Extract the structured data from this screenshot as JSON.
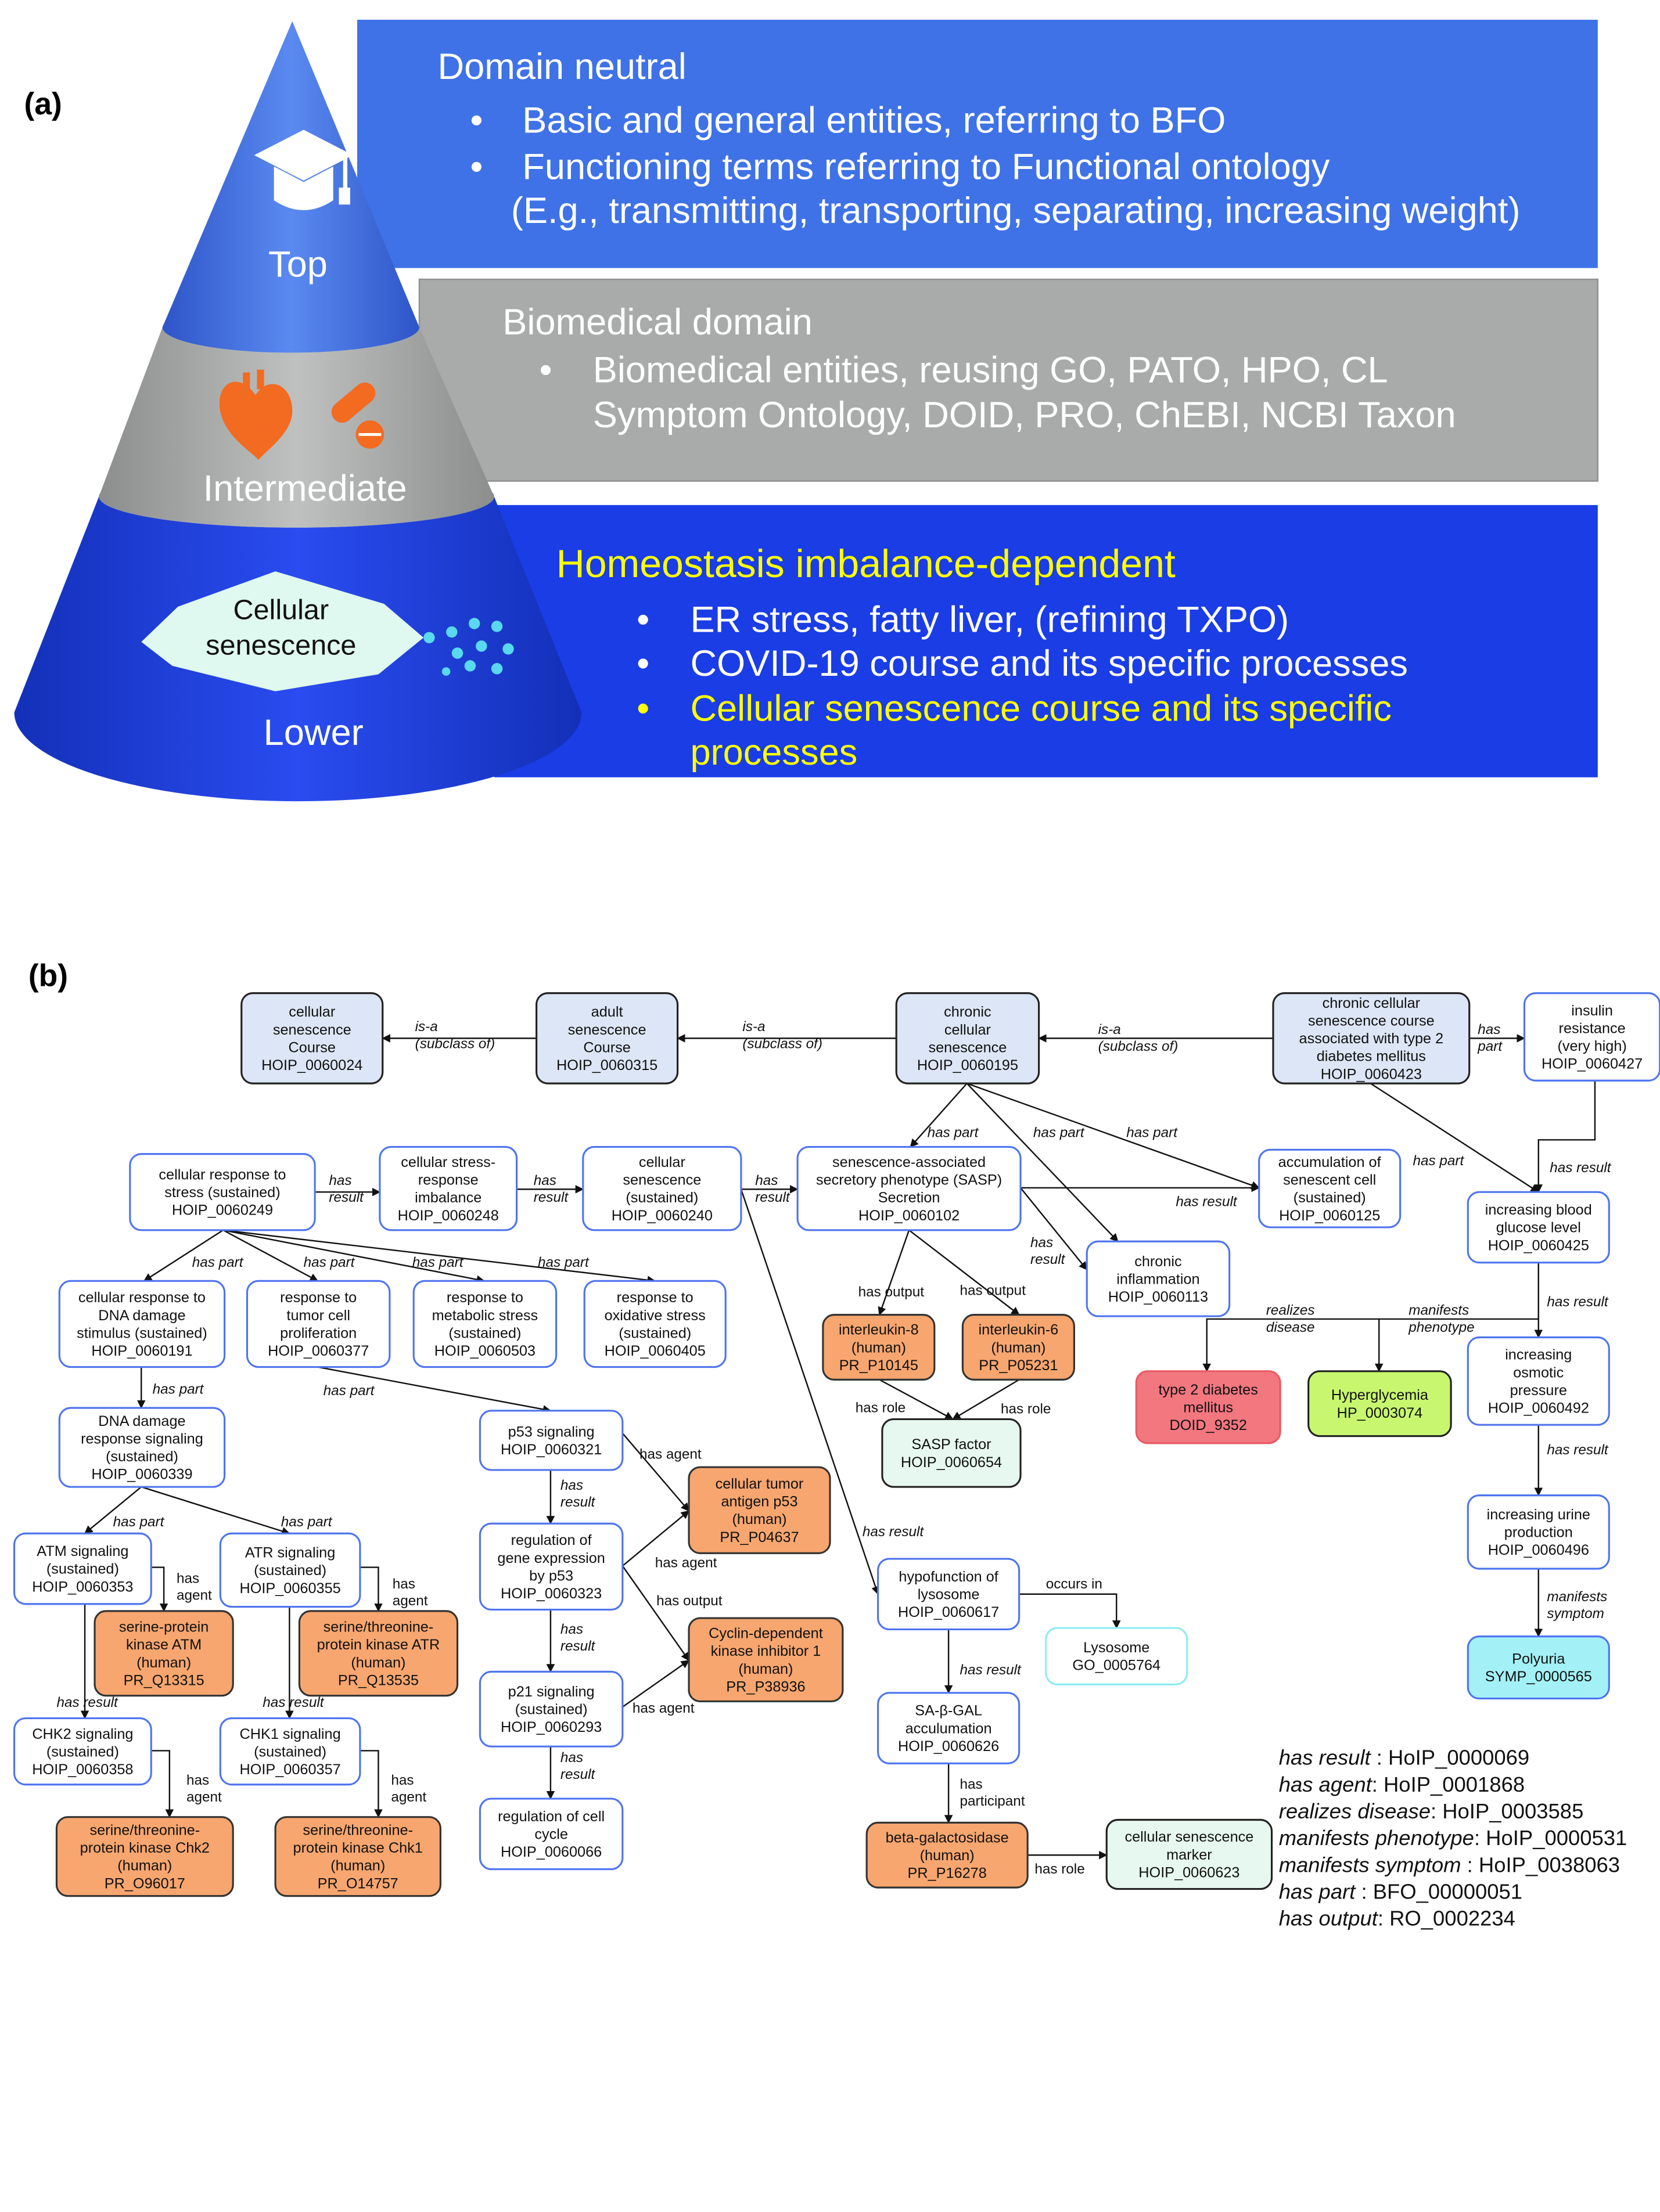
{
  "panel_a": {
    "label": "(a)",
    "levels": {
      "top": "Top",
      "intermediate": "Intermediate",
      "lower": "Lower"
    },
    "badge": [
      "Cellular",
      "senescence"
    ],
    "icons": {
      "top": "graduation-cap-icon",
      "intermediate": [
        "heart-icon",
        "pill-icon"
      ],
      "lower": "cell-dots-icon"
    },
    "domain_neutral": {
      "title": "Domain neutral",
      "bullets": [
        "Basic and general entities, referring to BFO",
        "Functioning terms referring to Functional ontology"
      ],
      "continuation": "(E.g., transmitting, transporting, separating, increasing weight)"
    },
    "biomedical": {
      "title": "Biomedical domain",
      "lines": [
        "Biomedical entities, reusing GO, PATO, HPO, CL",
        "Symptom Ontology, DOID, PRO, ChEBI, NCBI Taxon"
      ]
    },
    "homeostasis": {
      "title": "Homeostasis imbalance-dependent",
      "bullets": [
        "ER stress, fatty liver, (refining TXPO)",
        "COVID-19 course and its specific processes",
        "Cellular senescence course and its specific",
        "processes"
      ]
    },
    "colors": {
      "top_blue": "#3f72e6",
      "gray": "#a9abaa",
      "lower_blue": "#1a3de6",
      "highlight": "#ffff00",
      "icon_orange": "#f26b21"
    }
  },
  "panel_b": {
    "label": "(b)",
    "colors": {
      "course": {
        "fill": "#dde6f6",
        "stroke": "#222222"
      },
      "hoip": {
        "fill": "#ffffff",
        "stroke": "#4f74f0"
      },
      "protein": {
        "fill": "#f7a66f",
        "stroke": "#333333"
      },
      "disease": {
        "fill": "#f2777f",
        "stroke": "#e85a64"
      },
      "phenotype": {
        "fill": "#c8f76f",
        "stroke": "#222222"
      },
      "symptom": {
        "fill": "#a3f1f6",
        "stroke": "#4f74f0"
      },
      "go": {
        "fill": "#ffffff",
        "stroke": "#8eecf4"
      },
      "marker": {
        "fill": "#e6f8f0",
        "stroke": "#222222"
      }
    },
    "nodes": [
      {
        "key": "n1",
        "type": "course",
        "lines": [
          "cellular",
          "senescence",
          "Course",
          "HOIP_0060024"
        ]
      },
      {
        "key": "n2",
        "type": "course",
        "lines": [
          "adult",
          "senescence",
          "Course",
          "HOIP_0060315"
        ]
      },
      {
        "key": "n3",
        "type": "course",
        "lines": [
          "chronic",
          "cellular",
          "senescence",
          "HOIP_0060195"
        ]
      },
      {
        "key": "n4",
        "type": "course",
        "lines": [
          "chronic cellular",
          "senescence course",
          "associated with type 2",
          "diabetes mellitus",
          "HOIP_0060423"
        ]
      },
      {
        "key": "n5",
        "type": "hoip",
        "lines": [
          "insulin",
          "resistance",
          "(very high)",
          "HOIP_0060427"
        ]
      },
      {
        "key": "n6",
        "type": "hoip",
        "lines": [
          "cellular response to",
          "stress (sustained)",
          "HOIP_0060249"
        ]
      },
      {
        "key": "n7",
        "type": "hoip",
        "lines": [
          "cellular stress-",
          "response",
          "imbalance",
          "HOIP_0060248"
        ]
      },
      {
        "key": "n8",
        "type": "hoip",
        "lines": [
          "cellular",
          "senescence",
          "(sustained)",
          "HOIP_0060240"
        ]
      },
      {
        "key": "n9",
        "type": "hoip",
        "lines": [
          "senescence-associated",
          "secretory phenotype (SASP)",
          "Secretion",
          "HOIP_0060102"
        ]
      },
      {
        "key": "n10",
        "type": "hoip",
        "lines": [
          "accumulation of",
          "senescent cell",
          "(sustained)",
          "HOIP_0060125"
        ]
      },
      {
        "key": "n11",
        "type": "hoip",
        "lines": [
          "increasing blood",
          "glucose level",
          "HOIP_0060425"
        ]
      },
      {
        "key": "n12",
        "type": "hoip",
        "lines": [
          "cellular response to",
          "DNA damage",
          "stimulus (sustained)",
          "HOIP_0060191"
        ]
      },
      {
        "key": "n13",
        "type": "hoip",
        "lines": [
          "response to",
          "tumor cell",
          "proliferation",
          "HOIP_0060377"
        ]
      },
      {
        "key": "n14",
        "type": "hoip",
        "lines": [
          "response to",
          "metabolic stress",
          "(sustained)",
          "HOIP_0060503"
        ]
      },
      {
        "key": "n15",
        "type": "hoip",
        "lines": [
          "response to",
          "oxidative stress",
          "(sustained)",
          "HOIP_0060405"
        ]
      },
      {
        "key": "n16",
        "type": "hoip",
        "lines": [
          "chronic",
          "inflammation",
          "HOIP_0060113"
        ]
      },
      {
        "key": "n17",
        "type": "protein",
        "lines": [
          "interleukin-8",
          "(human)",
          "PR_P10145"
        ]
      },
      {
        "key": "n18",
        "type": "protein",
        "lines": [
          "interleukin-6",
          "(human)",
          "PR_P05231"
        ]
      },
      {
        "key": "n19",
        "type": "disease",
        "lines": [
          "type 2 diabetes",
          "mellitus",
          "DOID_9352"
        ]
      },
      {
        "key": "n20",
        "type": "phenotype",
        "lines": [
          "Hyperglycemia",
          "HP_0003074"
        ]
      },
      {
        "key": "n21",
        "type": "hoip",
        "lines": [
          "increasing",
          "osmotic",
          "pressure",
          "HOIP_0060492"
        ]
      },
      {
        "key": "n22",
        "type": "marker",
        "lines": [
          "SASP factor",
          "HOIP_0060654"
        ]
      },
      {
        "key": "n23",
        "type": "hoip",
        "lines": [
          "DNA damage",
          "response signaling",
          "(sustained)",
          "HOIP_0060339"
        ]
      },
      {
        "key": "n24",
        "type": "hoip",
        "lines": [
          "p53 signaling",
          "HOIP_0060321"
        ]
      },
      {
        "key": "n25",
        "type": "protein",
        "lines": [
          "cellular tumor",
          "antigen p53",
          "(human)",
          "PR_P04637"
        ]
      },
      {
        "key": "n26",
        "type": "hoip",
        "lines": [
          "increasing urine",
          "production",
          "HOIP_0060496"
        ]
      },
      {
        "key": "n27",
        "type": "hoip",
        "lines": [
          "ATM signaling",
          "(sustained)",
          "HOIP_0060353"
        ]
      },
      {
        "key": "n28",
        "type": "hoip",
        "lines": [
          "ATR signaling",
          "(sustained)",
          "HOIP_0060355"
        ]
      },
      {
        "key": "n29",
        "type": "hoip",
        "lines": [
          "regulation of",
          "gene expression",
          "by p53",
          "HOIP_0060323"
        ]
      },
      {
        "key": "n30",
        "type": "hoip",
        "lines": [
          "hypofunction of",
          "lysosome",
          "HOIP_0060617"
        ]
      },
      {
        "key": "n31",
        "type": "go",
        "lines": [
          "Lysosome",
          "GO_0005764"
        ]
      },
      {
        "key": "n32",
        "type": "symptom",
        "lines": [
          "Polyuria",
          "SYMP_0000565"
        ]
      },
      {
        "key": "n33",
        "type": "protein",
        "lines": [
          "serine-protein",
          "kinase ATM",
          "(human)",
          "PR_Q13315"
        ]
      },
      {
        "key": "n34",
        "type": "protein",
        "lines": [
          "serine/threonine-",
          "protein kinase ATR",
          "(human)",
          "PR_Q13535"
        ]
      },
      {
        "key": "n35",
        "type": "protein",
        "lines": [
          "Cyclin-dependent",
          "kinase inhibitor 1",
          "(human)",
          "PR_P38936"
        ]
      },
      {
        "key": "n36",
        "type": "hoip",
        "lines": [
          "p21 signaling",
          "(sustained)",
          "HOIP_0060293"
        ]
      },
      {
        "key": "n37",
        "type": "hoip",
        "lines": [
          "SA-β-GAL",
          "acculumation",
          "HOIP_0060626"
        ]
      },
      {
        "key": "n38",
        "type": "hoip",
        "lines": [
          "CHK2 signaling",
          "(sustained)",
          "HOIP_0060358"
        ]
      },
      {
        "key": "n39",
        "type": "hoip",
        "lines": [
          "CHK1 signaling",
          "(sustained)",
          "HOIP_0060357"
        ]
      },
      {
        "key": "n40",
        "type": "hoip",
        "lines": [
          "regulation of cell",
          "cycle",
          "HOIP_0060066"
        ]
      },
      {
        "key": "n41",
        "type": "protein",
        "lines": [
          "serine/threonine-",
          "protein kinase Chk2",
          "(human)",
          "PR_O96017"
        ]
      },
      {
        "key": "n42",
        "type": "protein",
        "lines": [
          "serine/threonine-",
          "protein kinase Chk1",
          "(human)",
          "PR_O14757"
        ]
      },
      {
        "key": "n43",
        "type": "protein",
        "lines": [
          "beta-galactosidase",
          "(human)",
          "PR_P16278"
        ]
      },
      {
        "key": "n44",
        "type": "marker",
        "lines": [
          "cellular senescence",
          "marker",
          "HOIP_0060623"
        ]
      }
    ],
    "edges": [
      {
        "from": "n2",
        "to": "n1",
        "label": [
          "is-a",
          "(subclass of)"
        ]
      },
      {
        "from": "n3",
        "to": "n2",
        "label": [
          "is-a",
          "(subclass of)"
        ]
      },
      {
        "from": "n4",
        "to": "n3",
        "label": [
          "is-a",
          "(subclass of)"
        ]
      },
      {
        "from": "n4",
        "to": "n5",
        "label": [
          "has",
          "part"
        ]
      },
      {
        "from": "n6",
        "to": "n7",
        "label": [
          "has",
          "result"
        ]
      },
      {
        "from": "n7",
        "to": "n8",
        "label": [
          "has",
          "result"
        ]
      },
      {
        "from": "n8",
        "to": "n9",
        "label": [
          "has",
          "result"
        ]
      },
      {
        "from": "n3",
        "to": "n9",
        "label": [
          "has part"
        ]
      },
      {
        "from": "n3",
        "to": "n16",
        "label": [
          "has part"
        ]
      },
      {
        "from": "n3",
        "to": "n10",
        "label": [
          "has part"
        ]
      },
      {
        "from": "n9",
        "to": "n10",
        "label": [
          "has result"
        ]
      },
      {
        "from": "n9",
        "to": "n16",
        "label": [
          "has",
          "result"
        ]
      },
      {
        "from": "n4",
        "to": "n11",
        "label": [
          "has part"
        ]
      },
      {
        "from": "n5",
        "to": "n11",
        "label": [
          "has result"
        ]
      },
      {
        "from": "n6",
        "to": "n12",
        "label": [
          "has part"
        ]
      },
      {
        "from": "n6",
        "to": "n13",
        "label": [
          "has part"
        ]
      },
      {
        "from": "n6",
        "to": "n14",
        "label": [
          "has part"
        ]
      },
      {
        "from": "n6",
        "to": "n15",
        "label": [
          "has part"
        ]
      },
      {
        "from": "n12",
        "to": "n23",
        "label": [
          "has part"
        ]
      },
      {
        "from": "n13",
        "to": "n24",
        "label": [
          "has part"
        ]
      },
      {
        "from": "n9",
        "to": "n17",
        "label": [
          "has output"
        ]
      },
      {
        "from": "n9",
        "to": "n18",
        "label": [
          "has output"
        ]
      },
      {
        "from": "n17",
        "to": "n22",
        "label": [
          "has role"
        ]
      },
      {
        "from": "n18",
        "to": "n22",
        "label": [
          "has role"
        ]
      },
      {
        "from": "n11",
        "to": "n19",
        "label": [
          "realizes",
          "disease"
        ]
      },
      {
        "from": "n11",
        "to": "n20",
        "label": [
          "manifests",
          "phenotype"
        ]
      },
      {
        "from": "n11",
        "to": "n21",
        "label": [
          "has result"
        ]
      },
      {
        "from": "n21",
        "to": "n26",
        "label": [
          "has result"
        ]
      },
      {
        "from": "n26",
        "to": "n32",
        "label": [
          "manifests",
          "symptom"
        ]
      },
      {
        "from": "n23",
        "to": "n27",
        "label": [
          "has part"
        ]
      },
      {
        "from": "n23",
        "to": "n28",
        "label": [
          "has part"
        ]
      },
      {
        "from": "n24",
        "to": "n29",
        "label": [
          "has",
          "result"
        ]
      },
      {
        "from": "n24",
        "to": "n25",
        "label": [
          "has agent"
        ]
      },
      {
        "from": "n29",
        "to": "n25",
        "label": [
          "has agent"
        ]
      },
      {
        "from": "n29",
        "to": "n35",
        "label": [
          "has output"
        ]
      },
      {
        "from": "n29",
        "to": "n36",
        "label": [
          "has",
          "result"
        ]
      },
      {
        "from": "n36",
        "to": "n35",
        "label": [
          "has agent"
        ]
      },
      {
        "from": "n36",
        "to": "n40",
        "label": [
          "has",
          "result"
        ]
      },
      {
        "from": "n27",
        "to": "n33",
        "label": [
          "has",
          "agent"
        ]
      },
      {
        "from": "n28",
        "to": "n34",
        "label": [
          "has",
          "agent"
        ]
      },
      {
        "from": "n27",
        "to": "n38",
        "label": [
          "has result"
        ]
      },
      {
        "from": "n28",
        "to": "n39",
        "label": [
          "has result"
        ]
      },
      {
        "from": "n38",
        "to": "n41",
        "label": [
          "has",
          "agent"
        ]
      },
      {
        "from": "n39",
        "to": "n42",
        "label": [
          "has",
          "agent"
        ]
      },
      {
        "from": "n8",
        "to": "n30",
        "label": [
          "has result"
        ]
      },
      {
        "from": "n30",
        "to": "n31",
        "label": [
          "occurs in"
        ]
      },
      {
        "from": "n30",
        "to": "n37",
        "label": [
          "has result"
        ]
      },
      {
        "from": "n37",
        "to": "n43",
        "label": [
          "has",
          "participant"
        ]
      },
      {
        "from": "n43",
        "to": "n44",
        "label": [
          "has role"
        ]
      }
    ],
    "legend": [
      {
        "term": "has result",
        "sep": " : ",
        "id": "HoIP_0000069"
      },
      {
        "term": "has agent",
        "sep": ": ",
        "id": "HoIP_0001868"
      },
      {
        "term": "realizes disease",
        "sep": ": ",
        "id": "HoIP_0003585"
      },
      {
        "term": "manifests phenotype",
        "sep": ": ",
        "id": "HoIP_0000531"
      },
      {
        "term": "manifests symptom",
        "sep": " : ",
        "id": "HoIP_0038063"
      },
      {
        "term": "has part",
        "sep": " : ",
        "id": "BFO_00000051"
      },
      {
        "term": "has output",
        "sep": ": ",
        "id": "RO_0002234"
      }
    ]
  }
}
